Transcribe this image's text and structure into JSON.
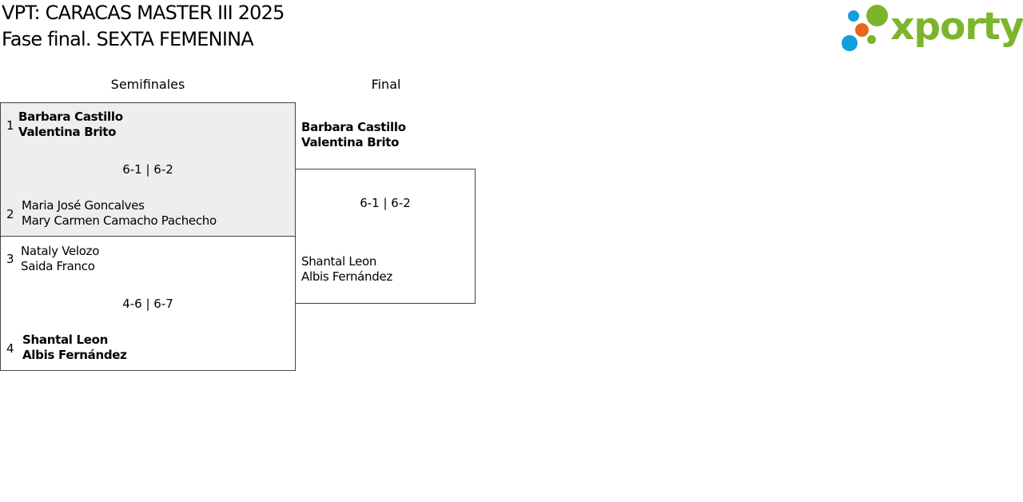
{
  "header": {
    "title": "VPT: CARACAS MASTER III 2025",
    "subtitle": "Fase final. SEXTA FEMENINA"
  },
  "logo": {
    "text": "xporty",
    "colors": {
      "green": "#7cb52b",
      "blue": "#0ea0dd",
      "orange": "#e8671b"
    }
  },
  "rounds": {
    "semifinal": "Semifinales",
    "final": "Final"
  },
  "semifinals": [
    {
      "top": {
        "seed": "1",
        "players": [
          "Barbara Castillo",
          "Valentina Brito"
        ]
      },
      "score": "6-1 | 6-2",
      "bottom": {
        "seed": "2",
        "players": [
          "Maria José Goncalves",
          "Mary Carmen Camacho Pachecho"
        ]
      }
    },
    {
      "top": {
        "seed": "3",
        "players": [
          "Nataly Velozo",
          "Saida Franco"
        ]
      },
      "score": "4-6 | 6-7",
      "bottom": {
        "seed": "4",
        "players": [
          "Shantal Leon",
          "Albis Fernández"
        ]
      }
    }
  ],
  "final": {
    "top": {
      "players": [
        "Barbara Castillo",
        "Valentina Brito"
      ]
    },
    "score": "6-1 | 6-2",
    "bottom": {
      "players": [
        "Shantal Leon",
        "Albis Fernández"
      ]
    }
  }
}
